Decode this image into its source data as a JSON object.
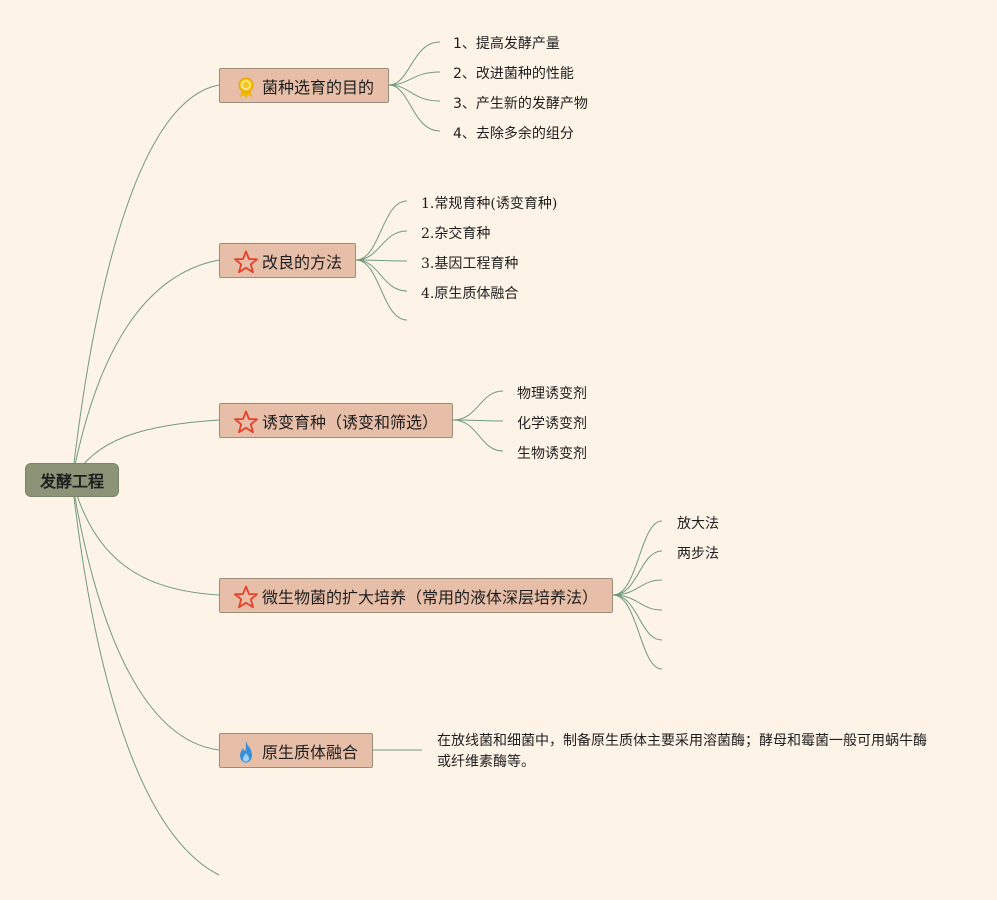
{
  "root": {
    "label": "发酵工程"
  },
  "branches": [
    {
      "label": "菌种选育的目的",
      "icon": "ribbon-badge-icon",
      "children": [
        "1、提高发酵产量",
        "2、改进菌种的性能",
        "3、产生新的发酵产物",
        "4、去除多余的组分"
      ]
    },
    {
      "label": "改良的方法",
      "icon": "star-outline-icon",
      "children": [
        "1.常规育种(诱变育种)",
        "2.杂交育种",
        "3.基因工程育种",
        "4.原生质体融合"
      ]
    },
    {
      "label": "诱变育种（诱变和筛选）",
      "icon": "star-outline-icon",
      "children": [
        "物理诱变剂",
        "化学诱变剂",
        "生物诱变剂"
      ]
    },
    {
      "label": "微生物菌的扩大培养（常用的液体深层培养法）",
      "icon": "star-outline-icon",
      "children": [
        "放大法",
        "两步法"
      ]
    },
    {
      "label": "原生质体融合",
      "icon": "flame-icon",
      "note": "在放线菌和细菌中，制备原生质体主要采用溶菌酶；酵母和霉菌一般可用蜗牛酶或纤维素酶等。"
    }
  ],
  "colors": {
    "background": "#fef3e7",
    "root_fill": "#8c9478",
    "branch_fill": "#e7bea8",
    "connector": "#6f9a80",
    "star": "#e8402a",
    "flame": "#3a8fd9",
    "badge": "#f2b600"
  }
}
